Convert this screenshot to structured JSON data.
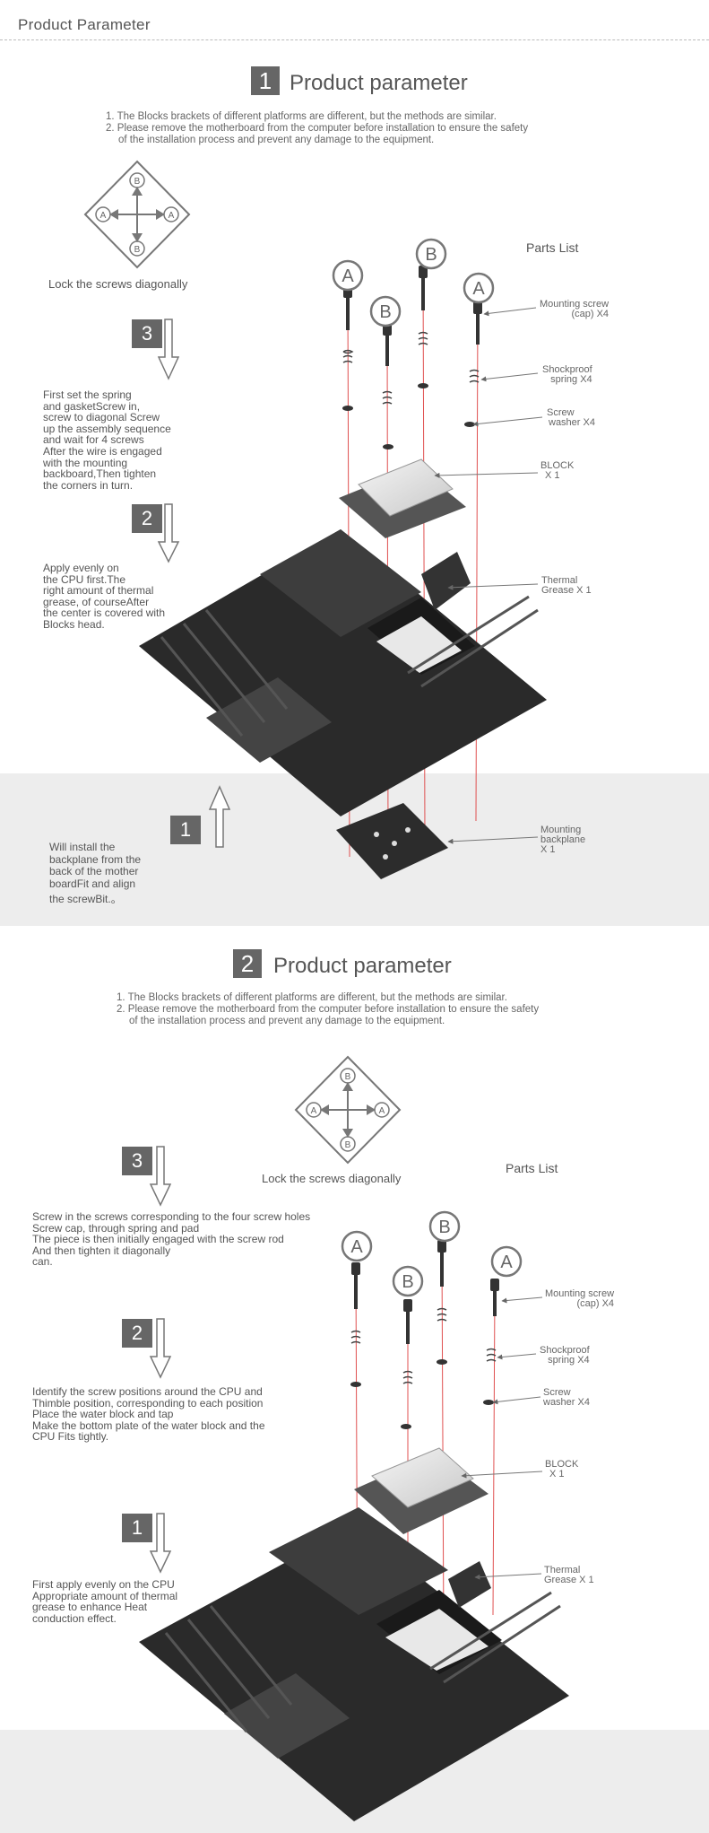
{
  "header": {
    "title": "Product Parameter"
  },
  "section1": {
    "number": "1",
    "title": "Product parameter",
    "intro": [
      "1. The Blocks  brackets of different platforms are different, but the methods are similar.",
      "2. Please remove the motherboard from the computer before installation to ensure the safety",
      "of the installation process and prevent any damage to the equipment."
    ],
    "lock_text": "Lock the screws diagonally",
    "parts_list": "Parts List",
    "steps": [
      {
        "number": "3",
        "text": [
          "First set the spring",
          "and gasketScrew in,",
          "screw to diagonal Screw",
          "up the assembly sequence",
          "and wait for 4 screws",
          "After the wire is engaged",
          "with the mounting",
          "backboard,Then tighten",
          "the corners in turn."
        ]
      },
      {
        "number": "2",
        "text": [
          "Apply evenly on",
          "the CPU first.The",
          "right amount of thermal",
          "grease, of courseAfter",
          "the center is covered with",
          "Blocks  head."
        ]
      },
      {
        "number": "1",
        "text": [
          "Will install the",
          "backplane from the",
          "back of the mother",
          "boardFit and align",
          "the screwBit.。"
        ]
      }
    ],
    "labels": {
      "mounting_screw": [
        "Mounting screw",
        "(cap) X4"
      ],
      "spring": [
        "Shockproof",
        "spring X4"
      ],
      "washer": [
        "Screw",
        "washer X4"
      ],
      "block": [
        "BLOCK",
        "X 1"
      ],
      "grease": [
        "Thermal",
        "Grease X 1"
      ],
      "backplane": [
        "Mounting",
        "backplane",
        "X 1"
      ]
    }
  },
  "section2": {
    "number": "2",
    "title": "Product parameter",
    "intro": [
      "1. The Blocks  brackets of different platforms are different, but the methods are similar.",
      "2. Please remove the motherboard from the computer before installation to ensure the safety",
      "of the installation process and prevent any damage to the equipment."
    ],
    "lock_text": "Lock the screws diagonally",
    "parts_list": "Parts List",
    "steps": [
      {
        "number": "3",
        "text": [
          "Screw in the screws corresponding to the four screw holes",
          "Screw cap, through spring and pad",
          "The piece is then initially engaged with the screw rod",
          "And then tighten it diagonally",
          "can."
        ]
      },
      {
        "number": "2",
        "text": [
          "Identify the screw positions around the CPU and",
          "Thimble position, corresponding to each position",
          "Place the water block and tap",
          "Make the bottom plate of the water block and the",
          "CPU Fits tightly."
        ]
      },
      {
        "number": "1",
        "text": [
          "First apply evenly on the CPU",
          "Appropriate amount of thermal",
          "grease to enhance Heat",
          "conduction effect."
        ]
      }
    ],
    "labels": {
      "mounting_screw": [
        "Mounting screw",
        "(cap) X4"
      ],
      "spring": [
        "Shockproof",
        "spring X4"
      ],
      "washer": [
        "Screw",
        "washer X4"
      ],
      "block": [
        "BLOCK",
        "X 1"
      ],
      "grease": [
        "Thermal",
        "Grease X 1"
      ]
    }
  },
  "diagram_letters": {
    "a": "A",
    "b": "B"
  },
  "colors": {
    "accent_gray": "#666666",
    "guide_line": "#e05050",
    "band": "#ededed"
  }
}
